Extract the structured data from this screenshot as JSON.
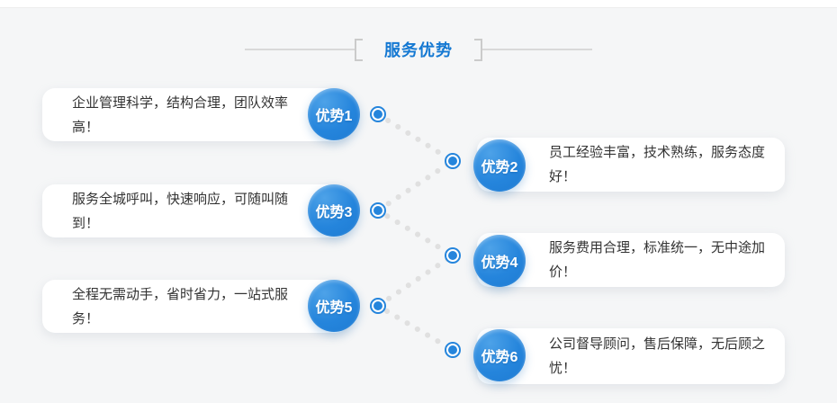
{
  "theme": {
    "accent": "#2585dc",
    "accent-dark": "#1d7ad2",
    "accent-light": "#4da2e8",
    "title-color": "#1478d2",
    "bg": "#f5f6f7",
    "card": "#ffffff",
    "text": "#333333",
    "dot": "#e0e0e0"
  },
  "header": {
    "title": "服务优势"
  },
  "items": [
    {
      "badge": "优势1",
      "text": "企业管理科学，结构合理，团队效率高！",
      "side": "left"
    },
    {
      "badge": "优势2",
      "text": "员工经验丰富，技术熟练，服务态度好！",
      "side": "right"
    },
    {
      "badge": "优势3",
      "text": "服务全城呼叫，快速响应，可随叫随到！",
      "side": "left"
    },
    {
      "badge": "优势4",
      "text": "服务费用合理，标准统一，无中途加价！",
      "side": "right"
    },
    {
      "badge": "优势5",
      "text": "全程无需动手，省时省力，一站式服务！",
      "side": "left"
    },
    {
      "badge": "优势6",
      "text": "公司督导顾问，售后保障，无后顾之忧！",
      "side": "right"
    }
  ]
}
